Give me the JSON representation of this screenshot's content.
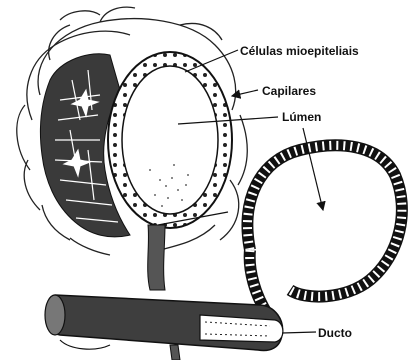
{
  "diagram": {
    "labels": {
      "myoepithelial": "Células mioepiteliais",
      "capillaries": "Capilares",
      "lumen": "Lúmen",
      "duct": "Ducto"
    }
  }
}
